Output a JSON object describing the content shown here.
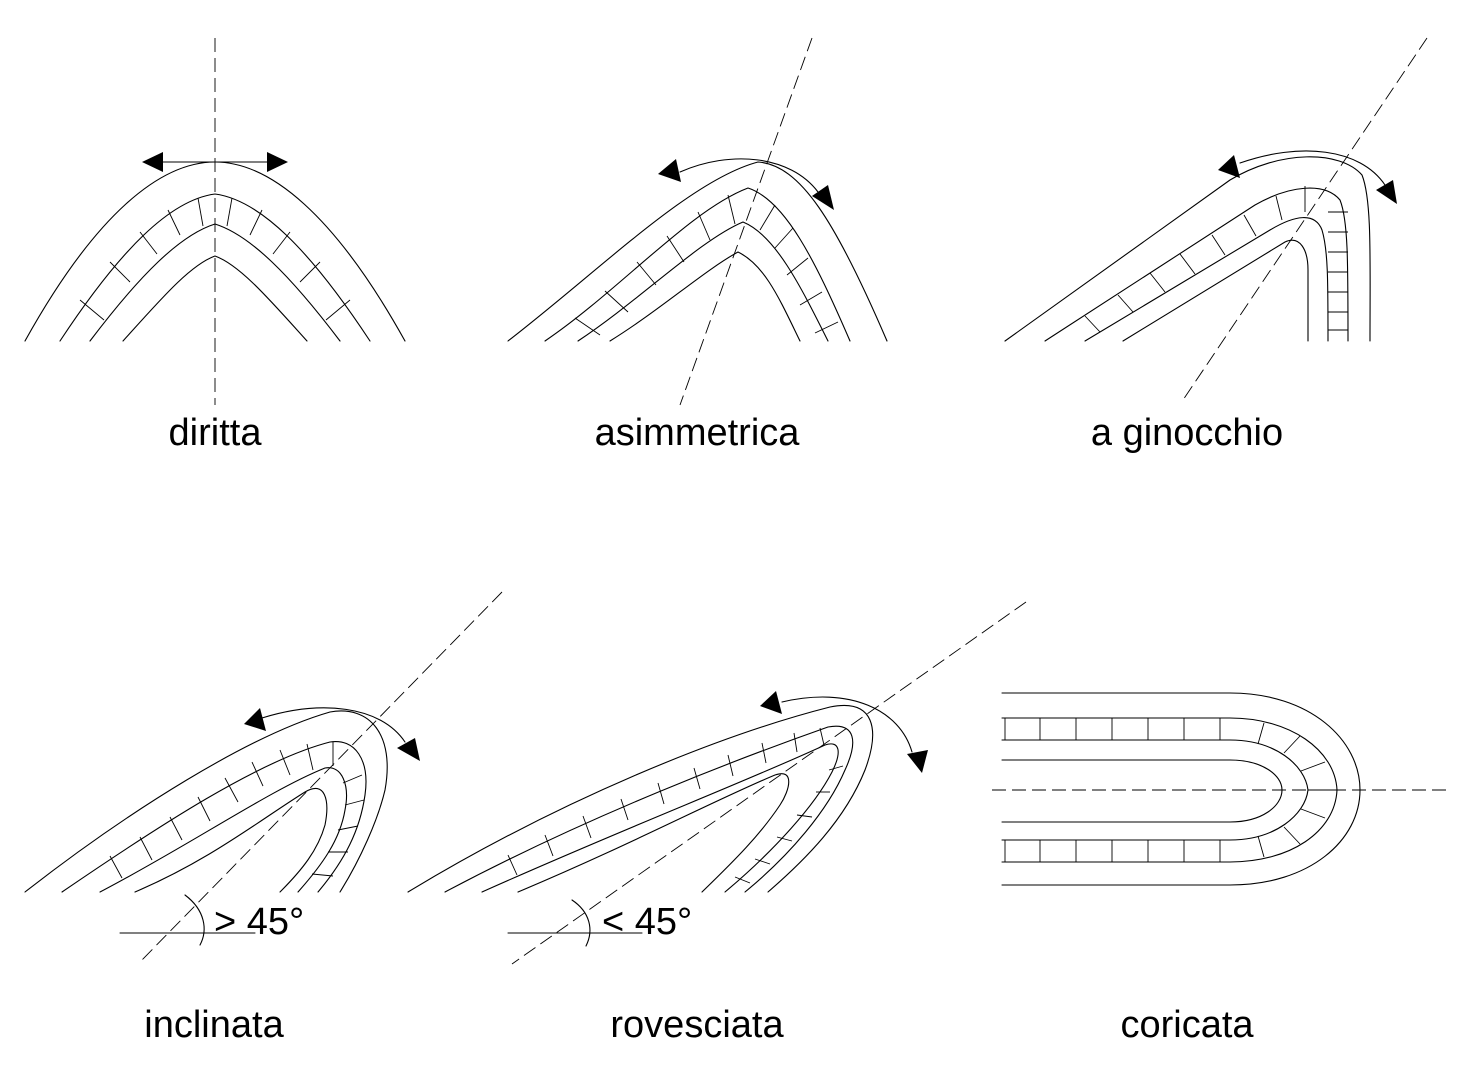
{
  "panels": [
    {
      "id": "upright",
      "caption": "diritta"
    },
    {
      "id": "asymmetric",
      "caption": "asimmetrica"
    },
    {
      "id": "knee",
      "caption": "a ginocchio"
    },
    {
      "id": "inclined",
      "caption": "inclinata",
      "angle_label": "> 45°"
    },
    {
      "id": "overturned",
      "caption": "rovesciata",
      "angle_label": "< 45°"
    },
    {
      "id": "recumbent",
      "caption": "coricata"
    }
  ]
}
